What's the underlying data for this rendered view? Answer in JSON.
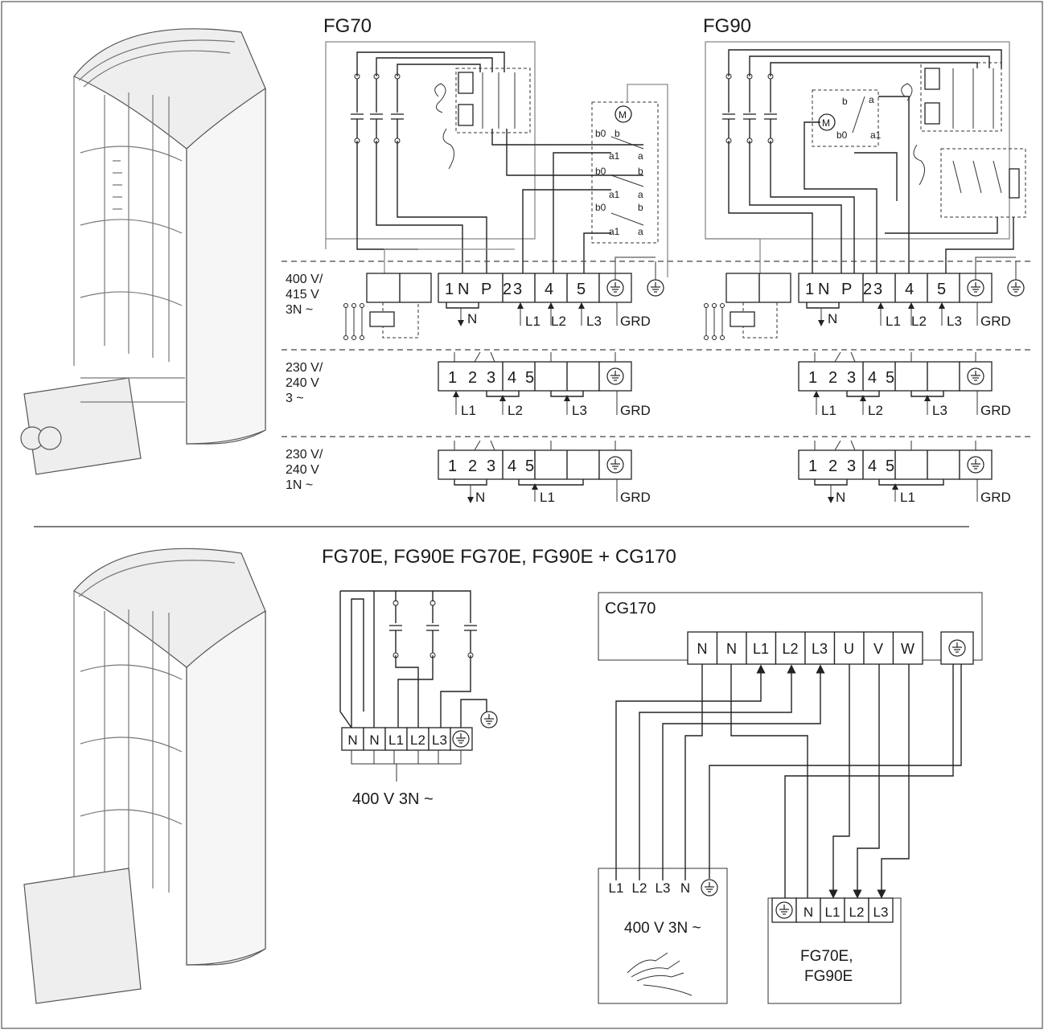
{
  "titles": {
    "fg70": "FG70",
    "fg90": "FG90",
    "bottom": "FG70E, FG90E FG70E, FG90E + CG170",
    "cg170": "CG170"
  },
  "voltage_labels": {
    "v400": [
      "400 V/",
      "415 V",
      "3N ~"
    ],
    "v230_3": [
      "230 V/",
      "240 V",
      "3 ~"
    ],
    "v230_1": [
      "230 V/",
      "240 V",
      "1N ~"
    ]
  },
  "terminals_400": [
    "1",
    "N",
    "P",
    "2",
    "3",
    "4",
    "5"
  ],
  "terminals_230": [
    "1",
    "2",
    "3",
    "4",
    "5"
  ],
  "feeds": {
    "l1": "L1",
    "l2": "L2",
    "l3": "L3",
    "n": "N",
    "grd": "GRD"
  },
  "motor_contacts": {
    "m": "M",
    "b0": "b0",
    "b": "b",
    "a1": "a1",
    "a": "a"
  },
  "fg_e_block": {
    "terminals": [
      "N",
      "N",
      "L1",
      "L2",
      "L3"
    ],
    "supply": "400 V 3N ~"
  },
  "cg170_block": {
    "terminals": [
      "N",
      "N",
      "L1",
      "L2",
      "L3",
      "U",
      "V",
      "W"
    ]
  },
  "supply_box": {
    "terminals": [
      "L1",
      "L2",
      "L3",
      "N"
    ],
    "label": "400 V 3N ~"
  },
  "heater_box": {
    "terminals": [
      "N",
      "L1",
      "L2",
      "L3"
    ],
    "label_lines": [
      "FG70E,",
      "FG90E"
    ]
  },
  "icons": [
    "heater-illustration",
    "ground-icon",
    "motor-icon",
    "contactor-icon",
    "cable-icon"
  ]
}
